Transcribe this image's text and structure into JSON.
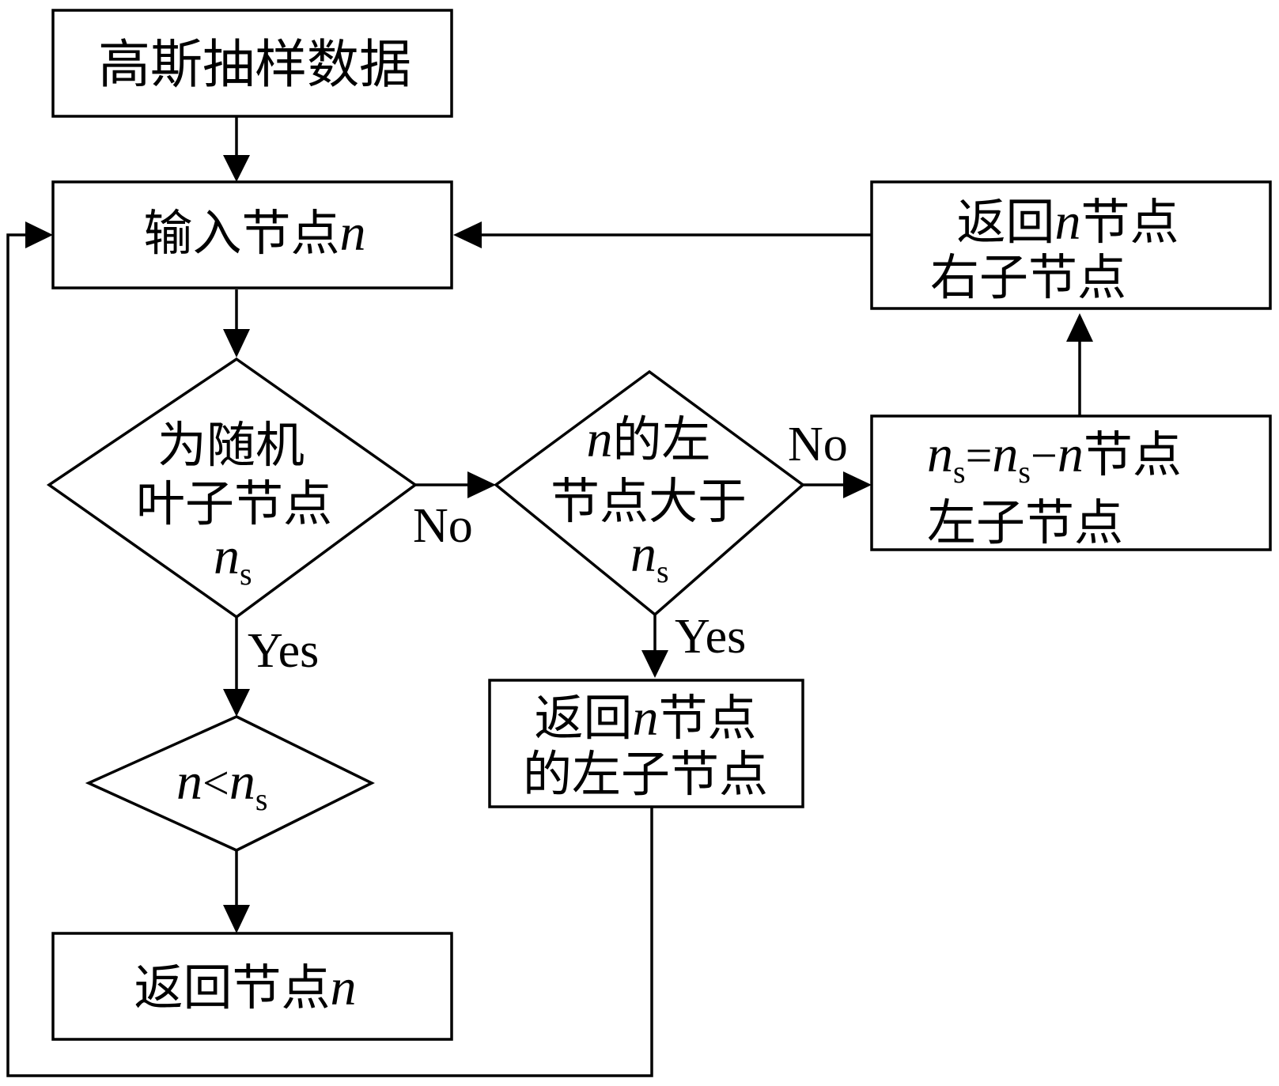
{
  "nodes": {
    "start": {
      "label": "高斯抽样数据"
    },
    "input": {
      "label": "输入节点",
      "var": "n"
    },
    "decision_leaf": {
      "line1": "为随机",
      "line2": "叶子节点",
      "var": "n",
      "sub": "s"
    },
    "decision_compare": {
      "var_left": "n",
      "op": "<",
      "var_right": "n",
      "sub": "s"
    },
    "return_node": {
      "label": "返回节点",
      "var": "n"
    },
    "decision_left_gt": {
      "var": "n",
      "line1_rest": "的左",
      "line2": "节点大于",
      "var2": "n",
      "sub": "s"
    },
    "return_left_child": {
      "pre": "返回",
      "var": "n",
      "post": "节点",
      "line2": "的左子节点"
    },
    "update_ns": {
      "var1": "n",
      "sub1": "s",
      "eq": "=",
      "var2": "n",
      "sub2": "s",
      "minus": "−",
      "var3": "n",
      "post": "节点",
      "line2": "左子节点"
    },
    "return_right_child": {
      "pre": "返回",
      "var": "n",
      "post": "节点",
      "line2": "右子节点"
    }
  },
  "edge_labels": {
    "leaf_no": "No",
    "leaf_yes": "Yes",
    "left_gt_no": "No",
    "left_gt_yes": "Yes"
  }
}
